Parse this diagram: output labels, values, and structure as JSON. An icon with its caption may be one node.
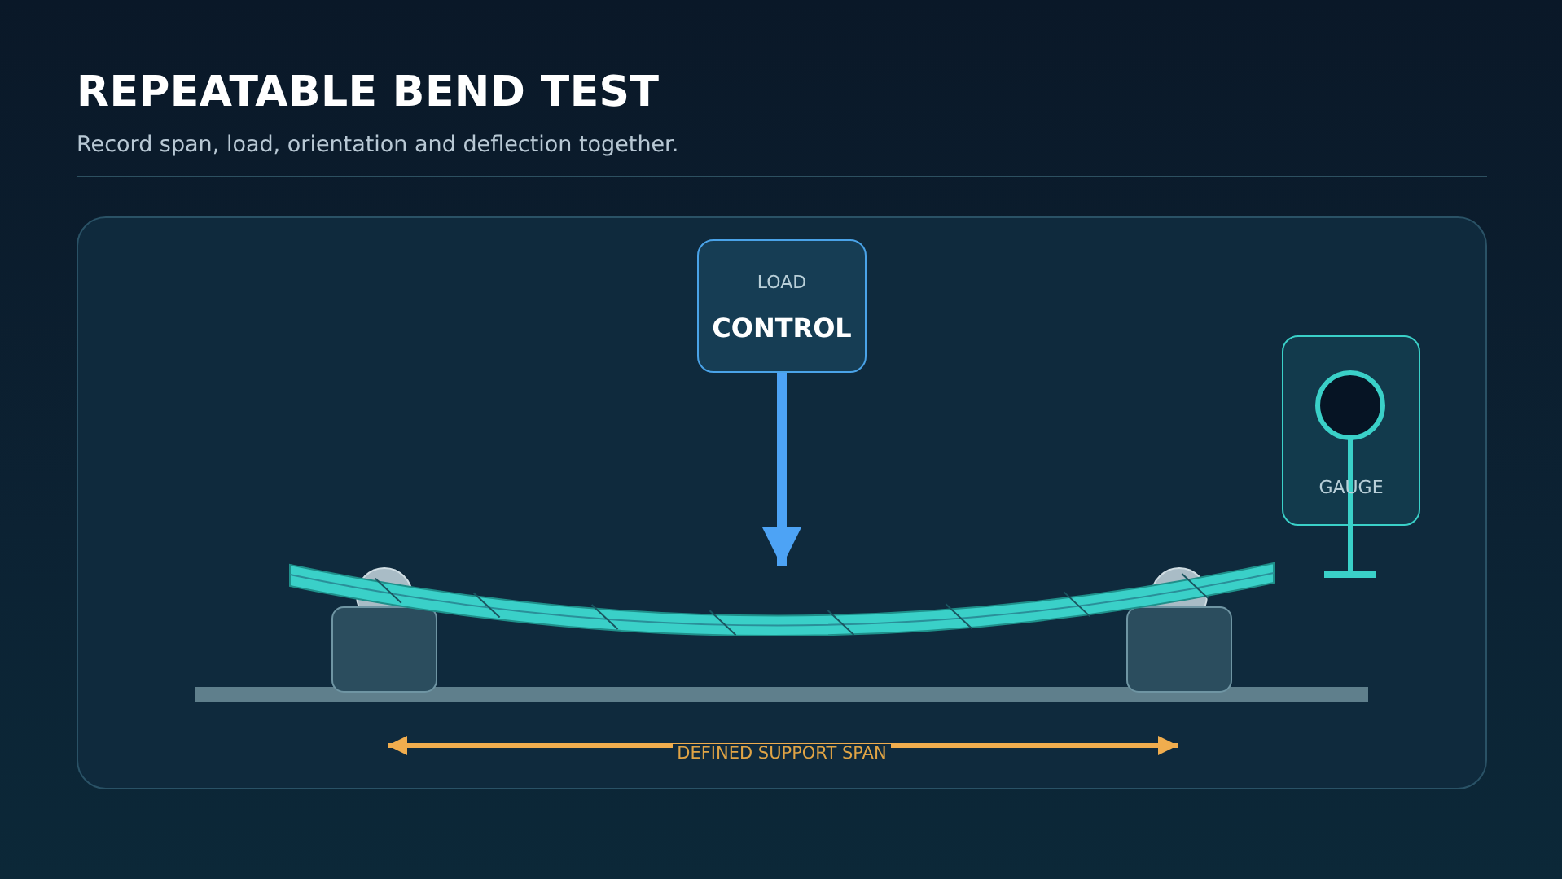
{
  "diagram": {
    "title": "REPEATABLE BEND TEST",
    "nodes": [
      {
        "text": [
          "LOAD",
          "CONTROL"
        ]
      },
      {
        "text": [
          "GAUGE"
        ]
      },
      {
        "text": [],
        "shape": "bar"
      }
    ],
    "edges": [
      {
        "from": 0,
        "to": 2,
        "arrow": "to"
      }
    ],
    "labels": [
      "Record span, load, orientation and deflection together.",
      "DEFINED SUPPORT SPAN"
    ]
  }
}
